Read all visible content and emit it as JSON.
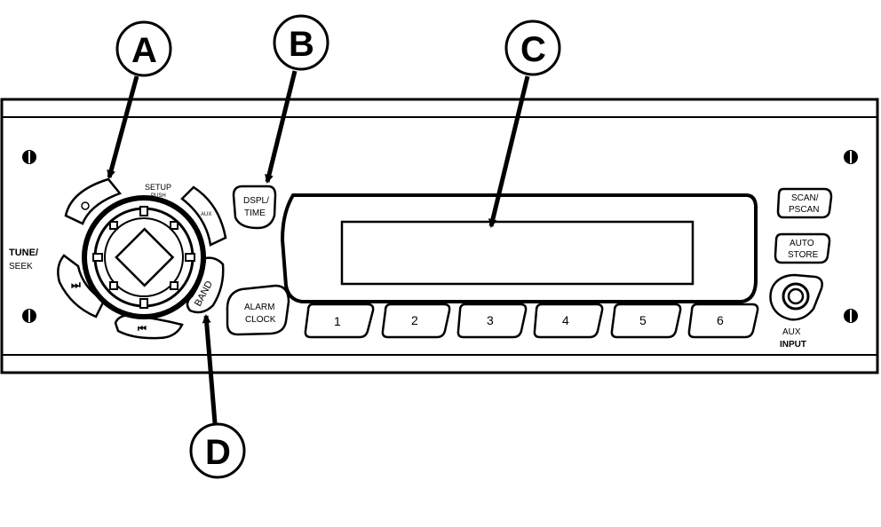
{
  "callouts": [
    "A",
    "B",
    "C",
    "D"
  ],
  "radio": {
    "knob_label": "SETUP",
    "knob_sub": "PUSH",
    "tune_label_1": "TUNE/",
    "tune_label_2": "SEEK",
    "power_icon": "power-icon",
    "seek_forward_icon": "seek-forward-icon",
    "seek_back_icon": "seek-back-icon",
    "aux_button": "AUX",
    "band_button": "BAND",
    "dspl_1": "DSPL/",
    "dspl_2": "TIME",
    "alarm_1": "ALARM",
    "alarm_2": "CLOCK",
    "presets": [
      "1",
      "2",
      "3",
      "4",
      "5",
      "6"
    ],
    "scan_1": "SCAN/",
    "scan_2": "PSCAN",
    "auto_1": "AUTO",
    "auto_2": "STORE",
    "aux_input_1": "AUX",
    "aux_input_2": "INPUT"
  }
}
